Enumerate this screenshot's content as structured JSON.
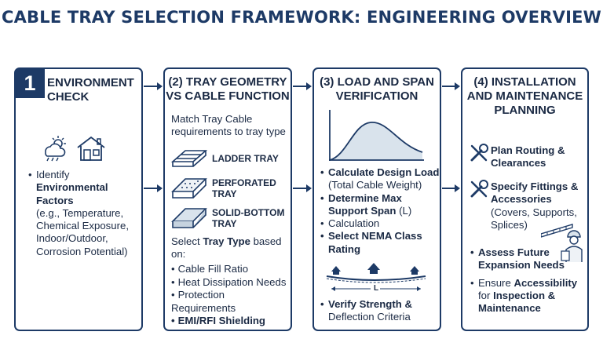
{
  "title": "CABLE TRAY SELECTION FRAMEWORK: ENGINEERING OVERVIEW",
  "colors": {
    "navy": "#1d3a66",
    "text": "#1b2a44",
    "chart_fill": "#d9e3ec"
  },
  "panel1": {
    "number": "1",
    "heading_l1": "ENVIRONMENT",
    "heading_l2": "CHECK",
    "icons": [
      "weather-icon",
      "house-icon"
    ],
    "b1_l1": "Identify",
    "b1_l2": "Environmental Factors",
    "b1_l3": "(e.g., Temperature,",
    "b1_l4": "Chemical Exposure,",
    "b1_l5": "Indoor/Outdoor,",
    "b1_l6": "Corrosion Potential)"
  },
  "panel2": {
    "heading_l1": "(2) TRAY GEOMETRY",
    "heading_l2": "VS CABLE FUNCTION",
    "intro_l1": "Match Tray Cable",
    "intro_l2": "requirements to tray type",
    "tray1": "LADDER TRAY",
    "tray2_l1": "PERFORATED",
    "tray2_l2": "TRAY",
    "tray3_l1": "SOLID-BOTTOM",
    "tray3_l2": "TRAY",
    "select_l1_a": "Select ",
    "select_l1_b": "Tray Type",
    "select_l1_c": " based",
    "select_l2": "on:",
    "items": [
      "Cable Fill Ratio",
      "Heat Dissipation Needs",
      "Protection Requirements",
      "EMI/RFI Shielding"
    ]
  },
  "panel3": {
    "heading_l1": "(3) LOAD AND SPAN",
    "heading_l2": "VERIFICATION",
    "b1_l1": "Calculate Design Load",
    "b1_l2": "(Total Cable Weight)",
    "b2_l1": "Determine Max",
    "b2_l2": "Support Span",
    "b2_l2_tail": " (L)",
    "b3": "Calculation",
    "b4_l1": "Select NEMA Class",
    "b4_l2": "Rating",
    "beam_label": "L",
    "b5_l1": "Verify Strength &",
    "b5_l2": "Deflection Criteria"
  },
  "panel4": {
    "heading_l1": "(4) INSTALLATION",
    "heading_l2": "AND MAINTENANCE",
    "heading_l3": "PLANNING",
    "i1_l1": "Plan Routing &",
    "i1_l2": "Clearances",
    "i2_l1": "Specify Fittings &",
    "i2_l2": "Accessories",
    "i2_l3": "(Covers, Supports,",
    "i2_l4": "Splices)",
    "b1_l1": "Assess Future",
    "b1_l2": "Expansion Needs",
    "b2_l1_a": "Ensure ",
    "b2_l1_b": "Accessibility",
    "b2_l2_a": "for ",
    "b2_l2_b": "Inspection &",
    "b2_l3": "Maintenance"
  }
}
